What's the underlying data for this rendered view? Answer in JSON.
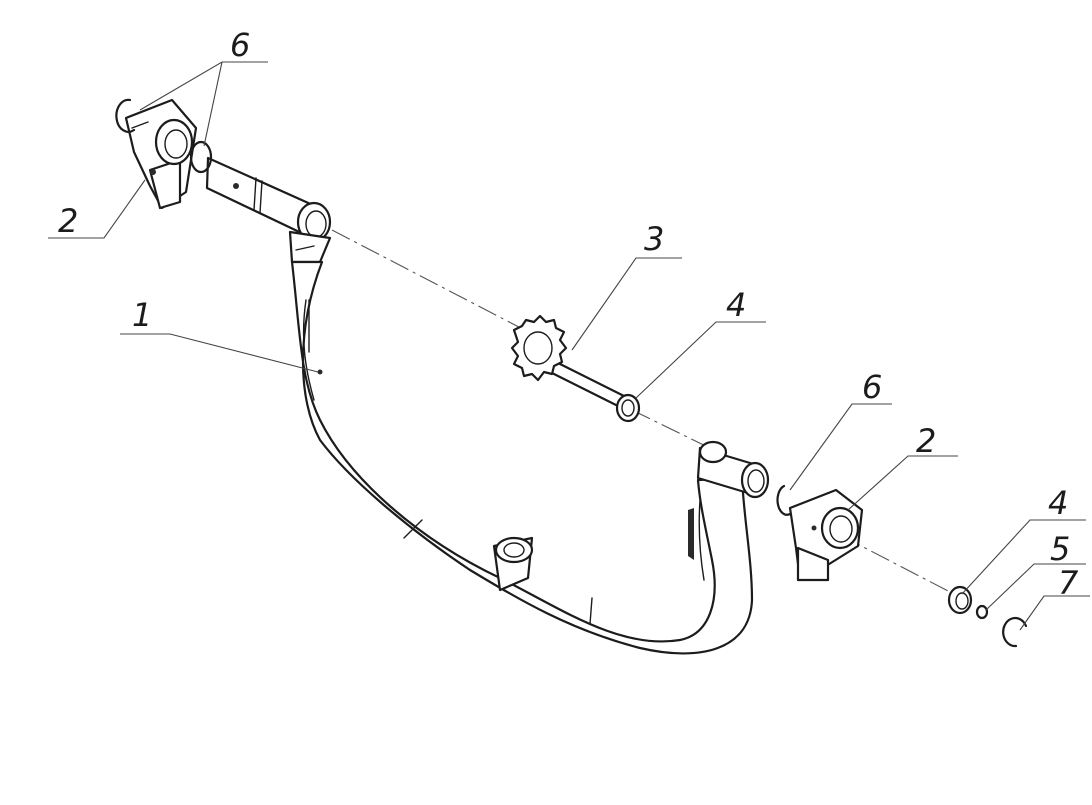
{
  "callouts": [
    {
      "id": "c1",
      "label": "1"
    },
    {
      "id": "c2a",
      "label": "2"
    },
    {
      "id": "c2b",
      "label": "2"
    },
    {
      "id": "c3",
      "label": "3"
    },
    {
      "id": "c4a",
      "label": "4"
    },
    {
      "id": "c4b",
      "label": "4"
    },
    {
      "id": "c5",
      "label": "5"
    },
    {
      "id": "c6a",
      "label": "6"
    },
    {
      "id": "c6b",
      "label": "6"
    },
    {
      "id": "c7",
      "label": "7"
    }
  ],
  "colors": {
    "line": "#1c1c1c",
    "background": "#ffffff"
  }
}
